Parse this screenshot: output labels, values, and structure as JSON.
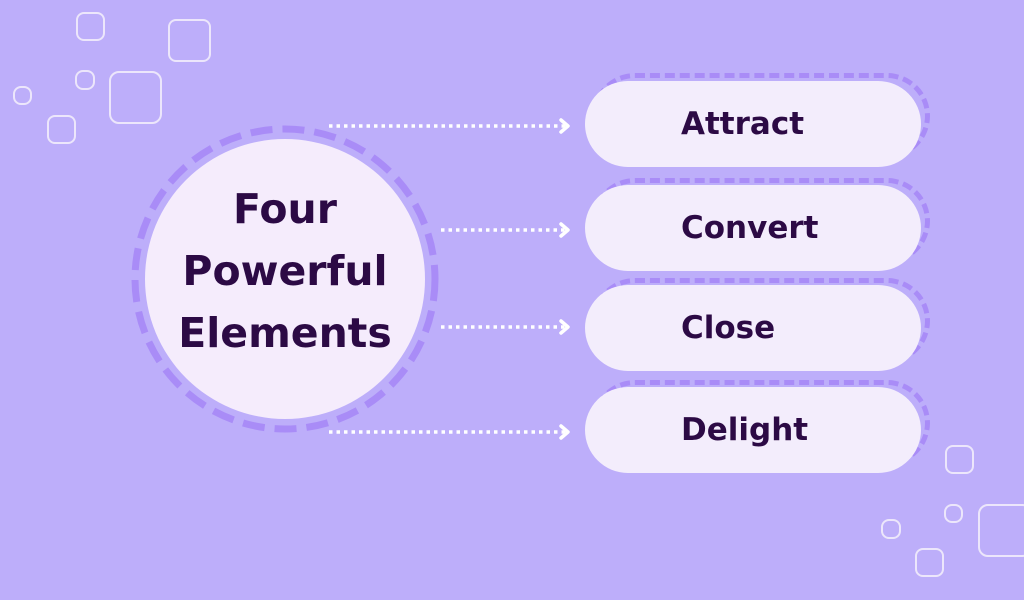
{
  "center": {
    "lines": [
      "Four",
      "Powerful",
      "Elements"
    ]
  },
  "elements": [
    {
      "label": "Attract"
    },
    {
      "label": "Convert"
    },
    {
      "label": "Close"
    },
    {
      "label": "Delight"
    }
  ],
  "colors": {
    "background": "#bdaefa",
    "accent": "#a98cf7",
    "fill": "#f3edfc",
    "text": "#2c0a45"
  }
}
